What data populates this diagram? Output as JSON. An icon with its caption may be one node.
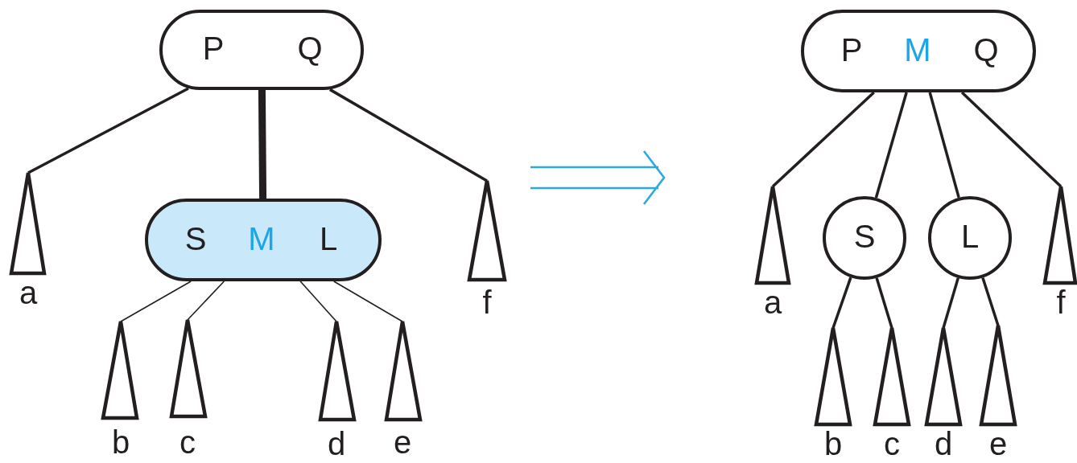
{
  "diagram": {
    "nodes": [
      {
        "text": [
          "P",
          "Q"
        ]
      },
      {
        "text": [],
        "shape": "triangle",
        "beside": [
          "a"
        ]
      },
      {
        "text": [
          "S",
          "M",
          "L"
        ]
      },
      {
        "text": [],
        "shape": "triangle",
        "beside": [
          "f"
        ]
      },
      {
        "text": [],
        "shape": "triangle",
        "beside": [
          "b"
        ]
      },
      {
        "text": [],
        "shape": "triangle",
        "beside": [
          "c"
        ]
      },
      {
        "text": [],
        "shape": "triangle",
        "beside": [
          "d"
        ]
      },
      {
        "text": [],
        "shape": "triangle",
        "beside": [
          "e"
        ]
      },
      {
        "text": [
          "P",
          "M",
          "Q"
        ]
      },
      {
        "text": [],
        "shape": "triangle",
        "beside": [
          "a"
        ]
      },
      {
        "text": [
          "S"
        ]
      },
      {
        "text": [
          "L"
        ]
      },
      {
        "text": [],
        "shape": "triangle",
        "beside": [
          "f"
        ]
      },
      {
        "text": [],
        "shape": "triangle",
        "beside": [
          "b"
        ]
      },
      {
        "text": [],
        "shape": "triangle",
        "beside": [
          "c"
        ]
      },
      {
        "text": [],
        "shape": "triangle",
        "beside": [
          "d"
        ]
      },
      {
        "text": [],
        "shape": "triangle",
        "beside": [
          "e"
        ]
      }
    ],
    "edges": [
      {
        "from": 0,
        "to": 1,
        "arrow": "none"
      },
      {
        "from": 0,
        "to": 2,
        "arrow": "none",
        "style": "thick"
      },
      {
        "from": 0,
        "to": 3,
        "arrow": "none"
      },
      {
        "from": 2,
        "to": 4,
        "arrow": "none"
      },
      {
        "from": 2,
        "to": 5,
        "arrow": "none"
      },
      {
        "from": 2,
        "to": 6,
        "arrow": "none"
      },
      {
        "from": 2,
        "to": 7,
        "arrow": "none"
      },
      {
        "from": 8,
        "to": 9,
        "arrow": "none"
      },
      {
        "from": 8,
        "to": 10,
        "arrow": "none"
      },
      {
        "from": 8,
        "to": 11,
        "arrow": "none"
      },
      {
        "from": 8,
        "to": 12,
        "arrow": "none"
      },
      {
        "from": 10,
        "to": 13,
        "arrow": "none"
      },
      {
        "from": 10,
        "to": 14,
        "arrow": "none"
      },
      {
        "from": 11,
        "to": 15,
        "arrow": "none"
      },
      {
        "from": 11,
        "to": 16,
        "arrow": "none"
      }
    ]
  }
}
